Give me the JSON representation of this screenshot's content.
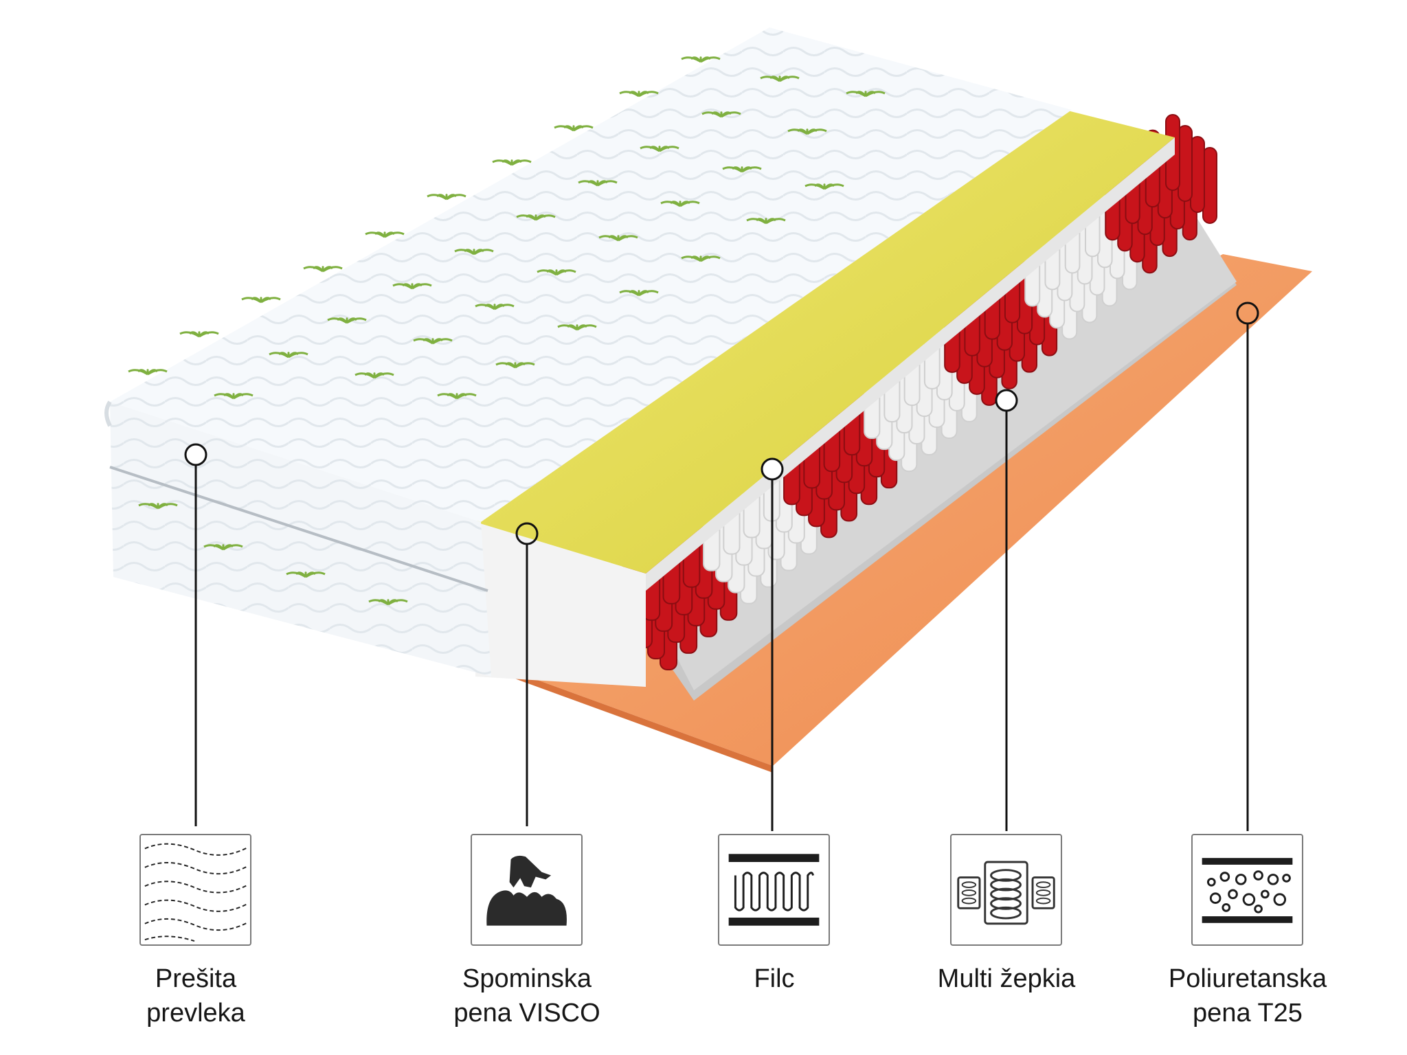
{
  "layers": [
    {
      "id": "cover",
      "icon": "quilted-cover-icon",
      "line1": "Prešita",
      "line2": "prevleka"
    },
    {
      "id": "visco",
      "icon": "memory-foam-hand-icon",
      "line1": "Spominska",
      "line2": "pena VISCO"
    },
    {
      "id": "felt",
      "icon": "felt-zigzag-icon",
      "line1": "Filc",
      "line2": ""
    },
    {
      "id": "pocket",
      "icon": "pocket-springs-icon",
      "line1": "Multi žepkia",
      "line2": ""
    },
    {
      "id": "foam",
      "icon": "poly-foam-bubbles-icon",
      "line1": "Poliuretanska",
      "line2": "pena T25"
    }
  ],
  "colors": {
    "cover": "#f4f8fb",
    "cover_motif": "#7fb040",
    "visco": "#e4dc52",
    "visco_side": "#f2f2f2",
    "felt": "#c9c9c9",
    "spring_red": "#c8141b",
    "spring_white": "#f0f0f0",
    "foam": "#f29b62",
    "line": "#111111"
  }
}
